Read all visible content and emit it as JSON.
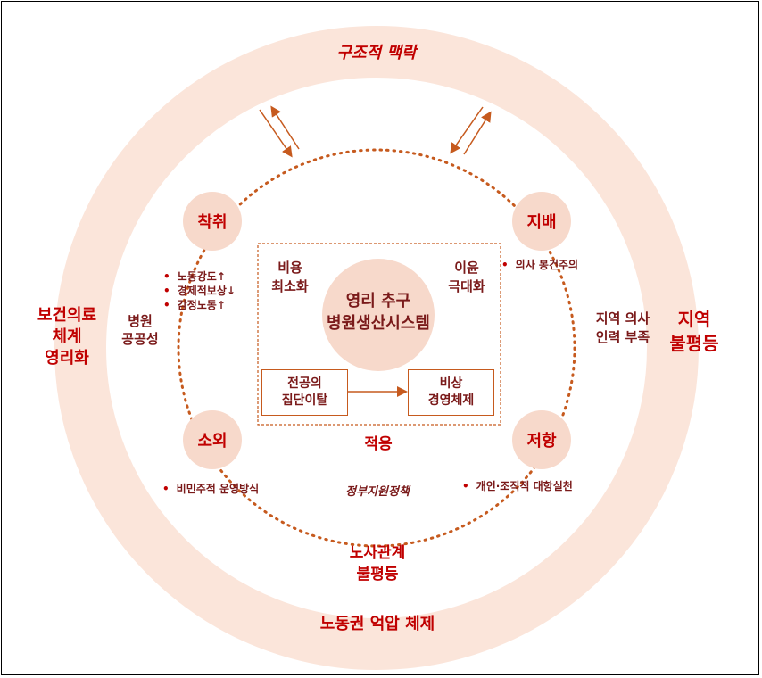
{
  "outer_ring": {
    "top_label": "구조적 맥락",
    "bottom_label": "노동권 억압 체제",
    "left_label": "보건의료\n체계\n영리화",
    "right_label": "지역\n불평등"
  },
  "inner_circle": {
    "left_label": "병원\n공공성",
    "right_label": "지역 의사\n인력 부족",
    "bottom_label": "노사관계\n불평등",
    "policy_label": "정부지원정책"
  },
  "nodes": {
    "exploitation": "착취",
    "domination": "지배",
    "alienation": "소외",
    "resistance": "저항"
  },
  "bullets": {
    "exploitation": [
      "노동강도↑",
      "경제적보상↓",
      "감정노동↑"
    ],
    "domination": [
      "의사 봉건주의"
    ],
    "alienation": [
      "비민주적 운영방식"
    ],
    "resistance": [
      "개인·조직적 대항실천"
    ]
  },
  "core": {
    "center": "영리 추구\n병원생산시스템",
    "cost": "비용\n최소화",
    "profit": "이윤\n극대화",
    "adaptation": "적응",
    "box_left": "전공의\n집단이탈",
    "box_right": "비상\n경영체제"
  },
  "colors": {
    "ring": "#fbe5da",
    "node": "#f7d9cb",
    "accent_red": "#c00000",
    "orange": "#c65a1e",
    "dark_text": "#7a1a1a"
  }
}
